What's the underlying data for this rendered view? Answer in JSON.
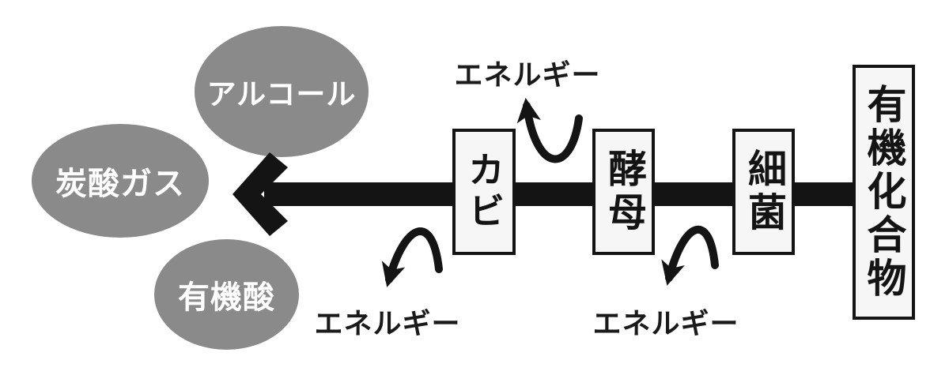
{
  "diagram": {
    "source_box": {
      "label": "有機化合物"
    },
    "organisms": [
      {
        "id": "mold",
        "label": "カビ"
      },
      {
        "id": "yeast",
        "label": "酵母"
      },
      {
        "id": "bacteria",
        "label": "細菌"
      }
    ],
    "products": [
      {
        "id": "alcohol",
        "label": "アルコール"
      },
      {
        "id": "carbonic-gas",
        "label": "炭酸ガス"
      },
      {
        "id": "organic-acid",
        "label": "有機酸"
      }
    ],
    "energy_labels": {
      "top": "エネルギー",
      "bottom_left": "エネルギー",
      "bottom_middle": "エネルギー"
    },
    "colors": {
      "background": "#ffffff",
      "ellipse_fill": "#8a8a8a",
      "ellipse_text": "#ffffff",
      "box_fill": "#f6f6f6",
      "box_border": "#141414",
      "arrow": "#141414",
      "label_text": "#1a1a1a"
    }
  }
}
